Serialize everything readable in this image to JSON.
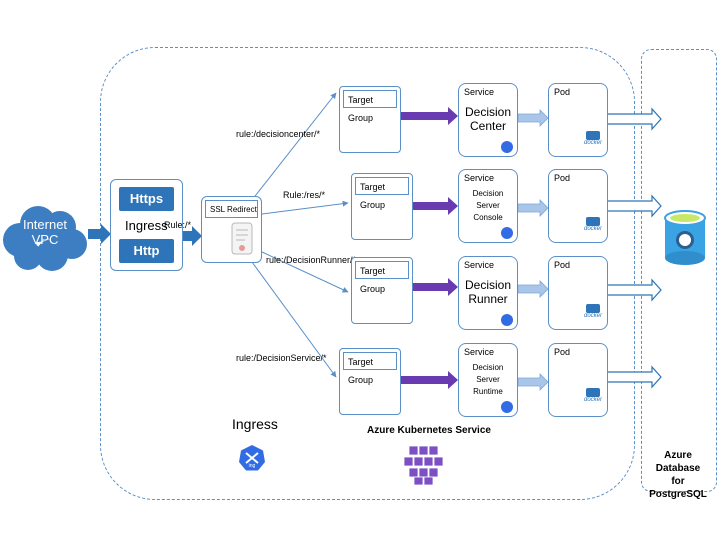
{
  "internet": {
    "line1": "Internet",
    "line2": "VPC"
  },
  "ingress_box": {
    "https": "Https",
    "title": "Ingress",
    "http": "Http",
    "rule": "Rule:/*"
  },
  "ssl": {
    "label": "SSL Redirect"
  },
  "rules": [
    "rule:/decisioncenter/*",
    "Rule:/res/*",
    "rule:/DecisionRunner/*",
    "rule:/DecisionService/*"
  ],
  "target_group_label": "Target Group",
  "service_label": "Service",
  "pod_label": "Pod",
  "services": [
    {
      "name_lines": [
        "Decision",
        "Center"
      ]
    },
    {
      "name_lines": [
        "Decision",
        "Server",
        "Console"
      ]
    },
    {
      "name_lines": [
        "Decision",
        "Runner"
      ]
    },
    {
      "name_lines": [
        "Decision",
        "Server",
        "Runtime"
      ]
    }
  ],
  "docker_text": "docker",
  "ingress_caption": "Ingress",
  "ingress_icon_text": "ing",
  "aks_caption": "Azure Kubernetes Service",
  "azure_db": {
    "line1": "Azure Database",
    "line2": "for PostgreSQL"
  },
  "colors": {
    "border_blue": "#5b8fc7",
    "button_blue": "#2d74b8",
    "cloud_blue": "#3d7ec2",
    "purple": "#6a3ab1",
    "ingress_icon": "#326ce5"
  }
}
